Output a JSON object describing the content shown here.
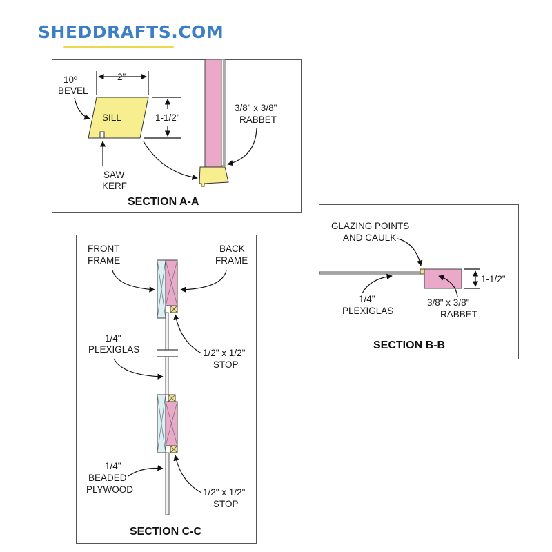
{
  "logo": {
    "text": "SHEDDRAFTS.COM"
  },
  "section_aa": {
    "title": "SECTION A-A",
    "bevel_angle": "10º",
    "bevel_word": "BEVEL",
    "width_dim": "2\"",
    "height_dim": "1-1/2\"",
    "sill_label": "SILL",
    "rabbet_size": "3/8\" x 3/8\"",
    "rabbet_word": "RABBET",
    "kerf_line1": "SAW",
    "kerf_line2": "KERF"
  },
  "section_bb": {
    "title": "SECTION B-B",
    "glazing_line1": "GLAZING POINTS",
    "glazing_line2": "AND CAULK",
    "height_dim": "1-1/2\"",
    "plexi_size": "1/4\"",
    "plexi_word": "PLEXIGLAS",
    "rabbet_size": "3/8\" x 3/8\"",
    "rabbet_word": "RABBET"
  },
  "section_cc": {
    "title": "SECTION C-C",
    "front_line1": "FRONT",
    "front_line2": "FRAME",
    "back_line1": "BACK",
    "back_line2": "FRAME",
    "plexi_size": "1/4\"",
    "plexi_word": "PLEXIGLAS",
    "stop_top_size": "1/2\" x 1/2\"",
    "stop_top_word": "STOP",
    "plywood_size": "1/4\"",
    "plywood_line1": "BEADED",
    "plywood_line2": "PLYWOOD",
    "stop_bottom_size": "1/2\" x 1/2\"",
    "stop_bottom_word": "STOP"
  }
}
